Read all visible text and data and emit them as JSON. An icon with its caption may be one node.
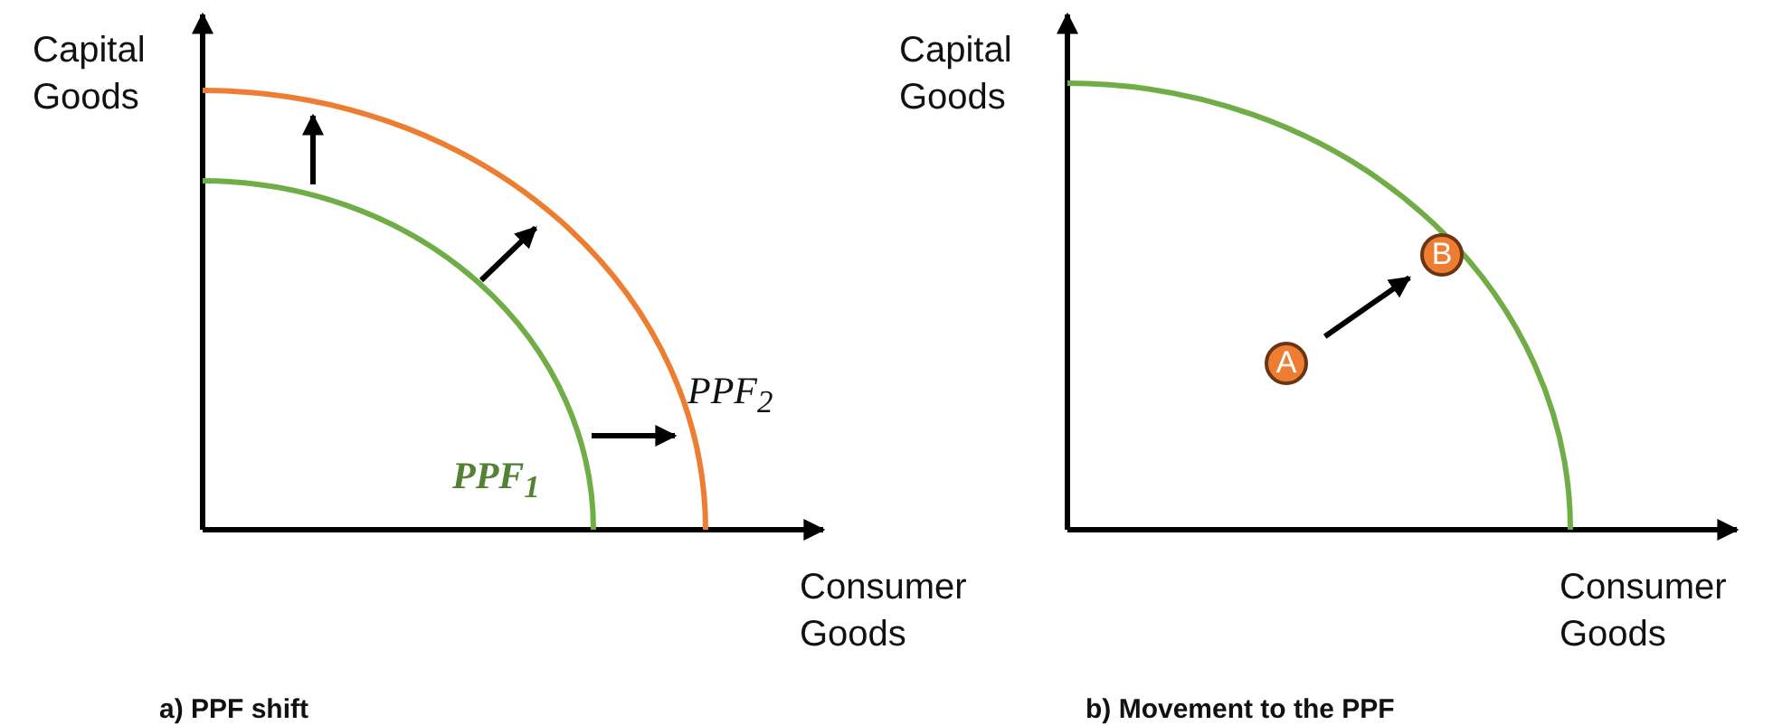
{
  "diagram": {
    "nodes": [
      {
        "text": [
          "A"
        ]
      },
      {
        "text": [
          "B"
        ]
      }
    ],
    "edges": [
      {
        "from": 0,
        "to": 1,
        "arrow": "to"
      }
    ],
    "labels": [
      "Capital Goods",
      "Consumer Goods",
      "PPF$_{2}$",
      "PPF$_{1}$",
      "Capital Goods",
      "Consumer Goods",
      "a) PPF shift",
      "b) Movement to the PPF"
    ]
  }
}
